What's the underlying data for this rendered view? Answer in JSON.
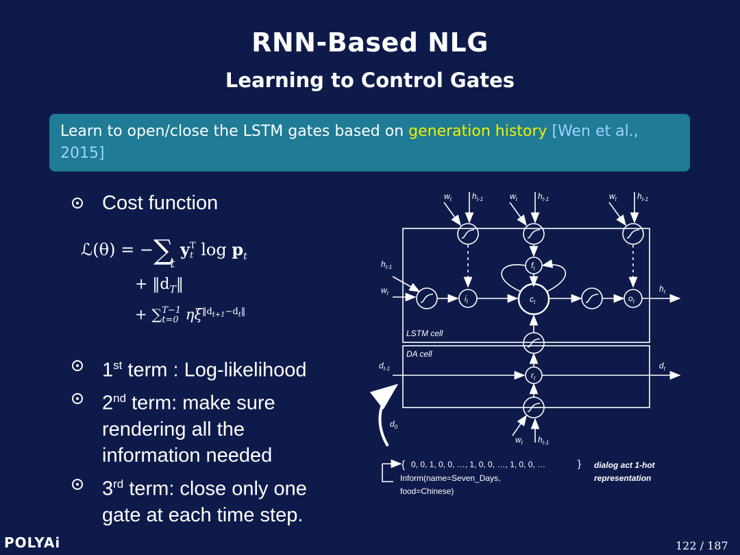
{
  "slide": {
    "title": "RNN-Based NLG",
    "subtitle": "Learning to Control Gates"
  },
  "callout": {
    "prefix": "Learn to open/close the LSTM gates based on ",
    "highlight": "generation history",
    "citation_line1": "[Wen et al.,",
    "citation_line2": "2015]",
    "colors": {
      "highlight": "#f4f000",
      "citation": "#9fd3ff",
      "box": "#1f7b96"
    }
  },
  "bullets": {
    "b1": "Cost function",
    "b2_sup": "st",
    "b2_num": "1",
    "b2_rest": " term : Log-likelihood",
    "b3_num": "2",
    "b3_sup": "nd",
    "b3_l1": " term: make sure",
    "b3_l2": "rendering all the",
    "b3_l3": "information needed",
    "b4_num": "3",
    "b4_sup": "rd",
    "b4_l1": " term: close only one",
    "b4_l2": "gate at each time step."
  },
  "formula": {
    "line1_lhs": "ℒ(θ) = −",
    "sum": "∑",
    "sum_sub": "t",
    "line1_rhs": "y",
    "line1_rhs_sub": "t",
    "line1_rhs_sup": "T",
    "line1_log": " log ",
    "line1_p": "p",
    "line1_p_sub": "t",
    "line2": "+ ‖d",
    "line2_sub": "T",
    "line2_end": "‖",
    "line3_prefix": "+ ∑",
    "line3_sup": "T−1",
    "line3_sub": "t=0",
    "line3_body": " ηξ",
    "line3_exp": "‖d",
    "line3_exp_sub1": "t+1",
    "line3_exp_mid": "−d",
    "line3_exp_sub2": "t",
    "line3_exp_end": "‖"
  },
  "diagram": {
    "top_inputs": [
      {
        "w": "w",
        "w_sub": "t",
        "h": "h",
        "h_sub": "t-1"
      },
      {
        "w": "w",
        "w_sub": "t",
        "h": "h",
        "h_sub": "t-1"
      },
      {
        "w": "w",
        "w_sub": "t",
        "h": "h",
        "h_sub": "t-1"
      }
    ],
    "left_h": "h",
    "left_h_sub": "t-1",
    "left_w": "w",
    "left_w_sub": "t",
    "out_h": "h",
    "out_h_sub": "t",
    "node_i": "i",
    "node_i_sub": "t",
    "node_f": "f",
    "node_f_sub": "t",
    "node_c": "c",
    "node_c_sub": "t",
    "node_o": "o",
    "node_o_sub": "t",
    "node_r": "r",
    "node_r_sub": "t",
    "lstm_label": "LSTM cell",
    "da_label": "DA cell",
    "d_in": "d",
    "d_in_sub": "t-1",
    "d_out": "d",
    "d_out_sub": "t",
    "d0": "d",
    "d0_sub": "0",
    "bottom_w": "w",
    "bottom_w_sub": "t",
    "bottom_h": "h",
    "bottom_h_sub": "t-1",
    "vector_open": "{",
    "vector": "0, 0, 1, 0, 0, …, 1, 0, 0, …, 1, 0, 0, …",
    "vector_close": "}",
    "inform_l1": "Inform(name=Seven_Days,",
    "inform_l2": "food=Chinese)",
    "rep_l1": "dialog act 1-hot",
    "rep_l2": "representation"
  },
  "footer": {
    "logo": "POLYAi",
    "page": "122 / 187"
  }
}
